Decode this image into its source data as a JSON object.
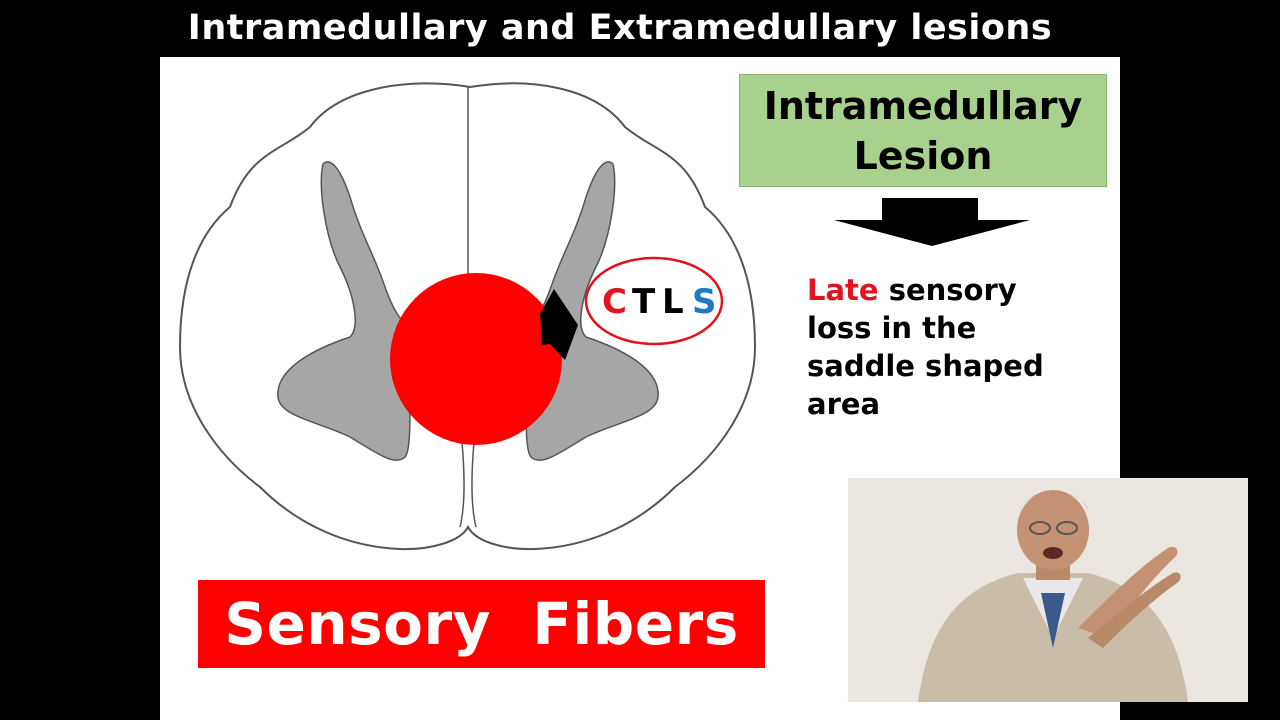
{
  "header": {
    "title": "Intramedullary and Extramedullary lesions"
  },
  "diagram": {
    "ring_letters": [
      "C",
      "T",
      "L",
      "S"
    ],
    "ring_letter_colors": [
      "#e0141e",
      "#000000",
      "#000000",
      "#1f78c8"
    ],
    "lesion_color": "#ff0000",
    "grey_matter_color": "#a6a6a6"
  },
  "label_box": {
    "line1": "Intramedullary",
    "line2": "Lesion",
    "color": "#a9d18e"
  },
  "description": {
    "highlight": "Late",
    "highlight_color": "#e0141e",
    "line1_rest": " sensory",
    "line2": "loss in the",
    "line3": "saddle shaped",
    "line4": "area"
  },
  "banner": {
    "text": "Sensory  Fibers",
    "color": "#ff0000"
  },
  "webcam": {
    "description": "presenter video feed"
  }
}
